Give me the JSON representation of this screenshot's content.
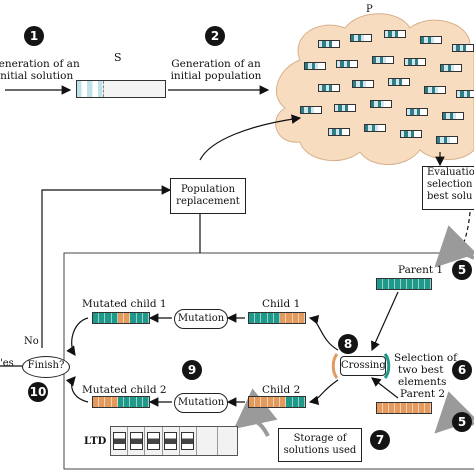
{
  "steps": {
    "s1": "1",
    "s2": "2",
    "s5a": "5",
    "s5b": "5",
    "s6": "6",
    "s7": "7",
    "s8": "8",
    "s9": "9",
    "s10": "10"
  },
  "labels": {
    "gen_solution": [
      "Generation of an",
      "initial solution"
    ],
    "solution_s": "S",
    "gen_population": [
      "Generation of an",
      "initial population"
    ],
    "population_p": "P",
    "evaluation": [
      "Evaluatio",
      "selection",
      "best solu"
    ],
    "population_replacement": [
      "Population",
      "replacement"
    ],
    "parent1": "Parent 1",
    "parent2": "Parent 2",
    "mutated_child1": "Mutated child 1",
    "mutated_child2": "Mutated child 2",
    "child1": "Child 1",
    "child2": "Child 2",
    "mutation1": "Mutation",
    "mutation2": "Mutation",
    "crossing": "Crossing",
    "selection_best": [
      "Selection of",
      "two best",
      "elements"
    ],
    "finish": "Finish?",
    "no": "No",
    "yes_partial": "'es",
    "ltd": "LTD",
    "storage": [
      "Storage of",
      "solutions used"
    ]
  },
  "colors": {
    "teal": "#1f9a8a",
    "orange": "#e39a5c",
    "cloud": "#f8dcc0",
    "badge": "#141414",
    "gray_arrow": "#9a9a9a"
  }
}
